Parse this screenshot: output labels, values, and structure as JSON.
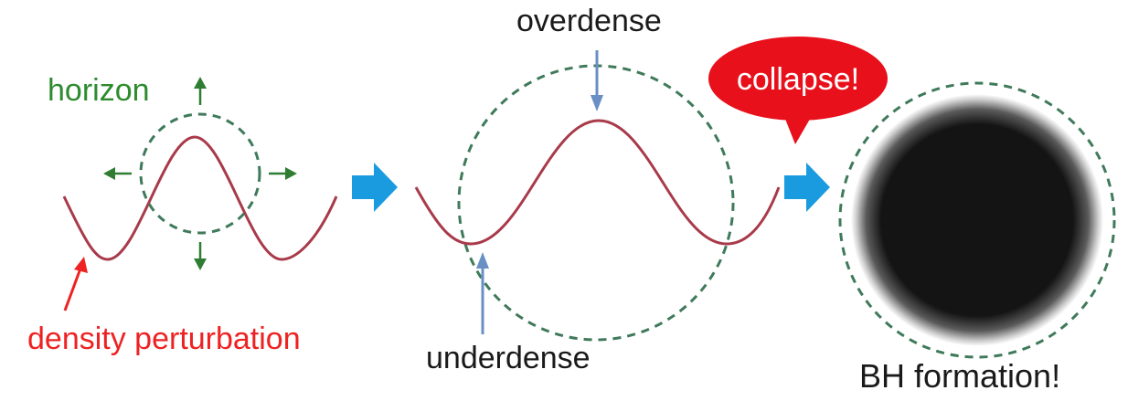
{
  "labels": {
    "horizon": "horizon",
    "density_perturbation": "density perturbation",
    "overdense": "overdense",
    "underdense": "underdense",
    "collapse": "collapse!",
    "bh_formation": "BH formation!"
  },
  "colors": {
    "horizon_text": "#2e8b2e",
    "horizon_dash": "#3f7a5a",
    "arrow_green": "#2e7d32",
    "wave": "#a83a4a",
    "density_text": "#ee2222",
    "process_arrow": "#1a9be0",
    "pointer_blue": "#6a8fc4",
    "bubble_fill": "#e8101a",
    "bubble_text": "#ffffff",
    "text_dark": "#1a1a1a",
    "blackhole": "#141414"
  }
}
